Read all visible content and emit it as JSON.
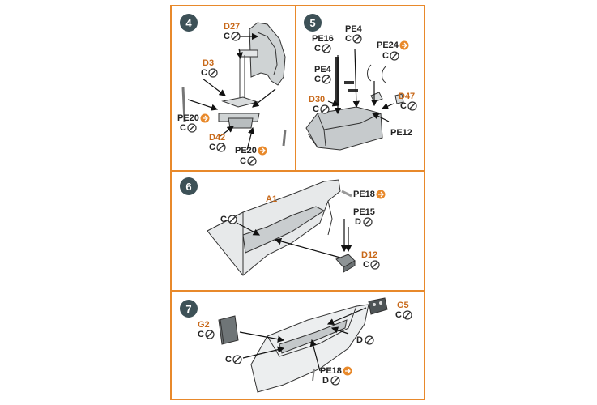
{
  "steps": {
    "s4": "4",
    "s5": "5",
    "s6": "6",
    "s7": "7"
  },
  "parts": {
    "d27": "D27",
    "d3": "D3",
    "pe20a": "PE20",
    "d42": "D42",
    "pe20b": "PE20",
    "pe4a": "PE4",
    "pe16": "PE16",
    "pe24": "PE24",
    "pe4b": "PE4",
    "d30": "D30",
    "d47": "D47",
    "pe12": "PE12",
    "a1": "A1",
    "pe18a": "PE18",
    "pe15": "PE15",
    "d12": "D12",
    "g5": "G5",
    "g2": "G2",
    "pe18b": "PE18"
  },
  "codes": {
    "c": "C",
    "d": "D"
  },
  "colors": {
    "border": "#e8892b",
    "badge": "#3d5157",
    "orange_label": "#c8691a",
    "etch_icon": "#e8892b"
  },
  "icons": {
    "glue": "glue-icon",
    "etch": "photo-etch-icon"
  }
}
